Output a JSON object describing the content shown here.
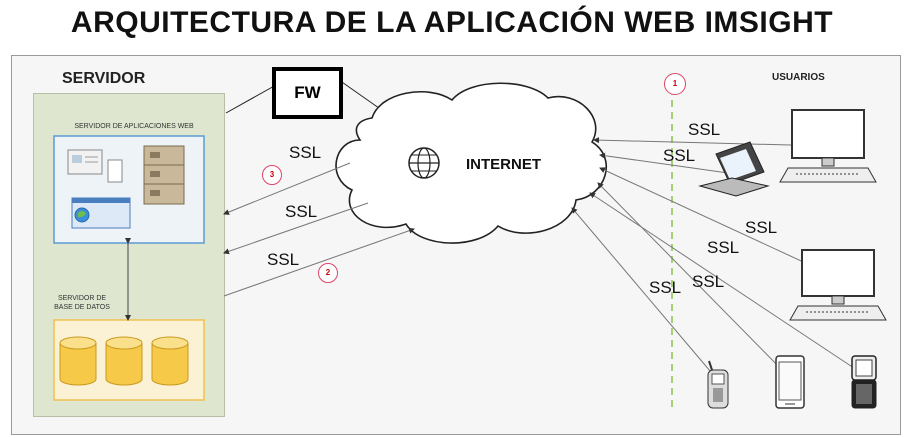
{
  "title": "ARQUITECTURA DE LA APLICACIÓN WEB IMSIGHT",
  "labels": {
    "servidor": "SERVIDOR",
    "usuarios": "USUARIOS",
    "app_server": "SERVIDOR DE APLICACIONES WEB",
    "db_server_line1": "SERVIDOR DE",
    "db_server_line2": "BASE DE DATOS",
    "firewall": "FW",
    "internet": "INTERNET"
  },
  "connections": {
    "ssl_server_1": "SSL",
    "ssl_server_2": "SSL",
    "ssl_server_3": "SSL",
    "ssl_user_1": "SSL",
    "ssl_user_2": "SSL",
    "ssl_user_3": "SSL",
    "ssl_user_4": "SSL",
    "ssl_user_5": "SSL",
    "ssl_user_6": "SSL"
  },
  "markers": {
    "m1": "1",
    "m2": "2",
    "m3": "3"
  },
  "colors": {
    "server_panel": "#dfe6cf",
    "app_box_border": "#5b9bd5",
    "db_box_border": "#f2c14e",
    "db_cylinder": "#f7c948",
    "dashed_line": "#8bc34a",
    "marker": "#cc0000"
  }
}
